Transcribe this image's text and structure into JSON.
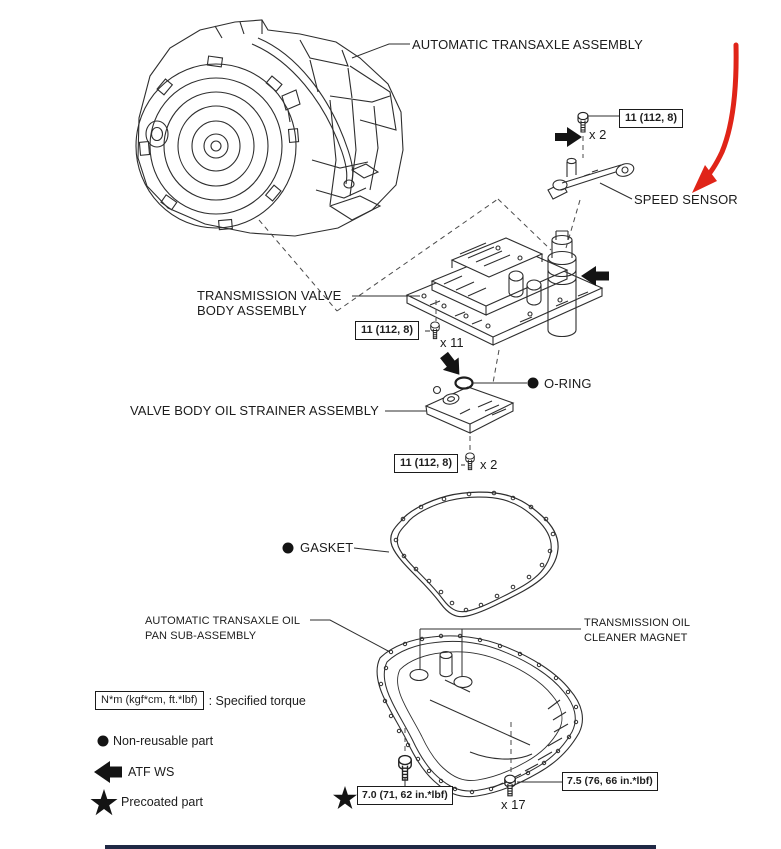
{
  "figure": {
    "parts": {
      "transaxle": "AUTOMATIC TRANSAXLE ASSEMBLY",
      "speed_sensor": "SPEED SENSOR",
      "valve_body_line1": "TRANSMISSION VALVE",
      "valve_body_line2": "BODY ASSEMBLY",
      "o_ring": "O-RING",
      "oil_strainer": "VALVE BODY OIL STRAINER ASSEMBLY",
      "gasket": "GASKET",
      "oil_pan_line1": "AUTOMATIC TRANSAXLE OIL",
      "oil_pan_line2": "PAN SUB-ASSEMBLY",
      "magnet_line1": "TRANSMISSION OIL",
      "magnet_line2": "CLEANER MAGNET"
    },
    "torques": {
      "speed_sensor_bolt": "11 (112, 8)",
      "valve_body_bolt": "11 (112, 8)",
      "strainer_bolt": "11 (112, 8)",
      "drain_plug": "7.0 (71, 62 in.*lbf)",
      "pan_bolt": "7.5 (76, 66 in.*lbf)"
    },
    "quantities": {
      "speed_sensor_bolt": "x 2",
      "valve_body_bolt": "x 11",
      "strainer_bolt": "x 2",
      "pan_bolt": "x 17"
    },
    "legend": {
      "torque_unit_box": "N*m (kgf*cm, ft.*lbf)",
      "torque_desc": ": Specified torque",
      "non_reusable": "Non-reusable part",
      "atf_ws": "ATF WS",
      "precoated": "Precoated part"
    },
    "colors": {
      "line": "#2e2e2e",
      "annotation_red": "#e02418"
    }
  }
}
